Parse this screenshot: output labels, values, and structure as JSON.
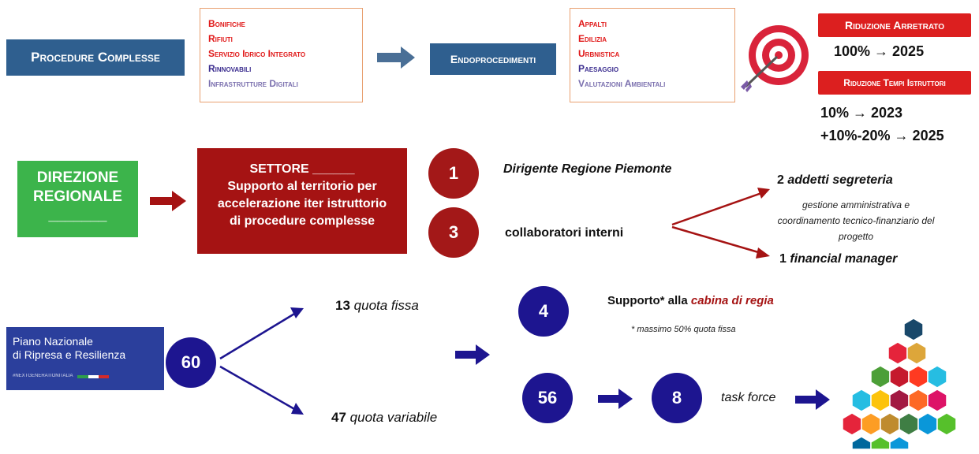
{
  "top": {
    "procedure_box": "Procedure Complesse",
    "list1": [
      {
        "text": "Bonifiche",
        "color": "#e01818"
      },
      {
        "text": "Rifiuti",
        "color": "#e01818"
      },
      {
        "text": "Servizio Idrico Integrato",
        "color": "#e01818"
      },
      {
        "text": "Rinnovabili",
        "color": "#3b2d8f"
      },
      {
        "text": "Infrastrutture Digitali",
        "color": "#7a6fae"
      }
    ],
    "endo_box": "Endoprocedimenti",
    "list2": [
      {
        "text": "Appalti",
        "color": "#e01818"
      },
      {
        "text": "Edilizia",
        "color": "#e01818"
      },
      {
        "text": "Urbnistica",
        "color": "#e01818"
      },
      {
        "text": "Paesaggio",
        "color": "#3b2d8f"
      },
      {
        "text": "Valutazioni Ambientali",
        "color": "#7a6fae"
      }
    ],
    "tag1": "Riduzione Arretrato",
    "tag1_value": "100% → 2025",
    "tag2": "Riduzione Tempi Istruttori",
    "tag2_value1": "10% → 2023",
    "tag2_value2": "+10%-20% → 2025"
  },
  "middle": {
    "direzione_line1": "DIREZIONE",
    "direzione_line2": "REGIONALE",
    "direzione_blank": "_______",
    "settore_title": "SETTORE ______",
    "settore_l1": "Supporto al territorio per",
    "settore_l2": "accelerazione iter istruttorio",
    "settore_l3": "di procedure complesse",
    "circle1": "1",
    "circle1_label": "Dirigente Regione Piemonte",
    "circle3": "3",
    "circle3_label": "collaboratori interni",
    "addetti_num": "2",
    "addetti_text": "addetti segreteria",
    "addetti_desc1": "gestione amministrativa e",
    "addetti_desc2": "coordinamento tecnico-finanziario del",
    "addetti_desc3": "progetto",
    "fm_num": "1",
    "fm_text": "financial manager"
  },
  "bottom": {
    "pnrr_l1": "Piano Nazionale",
    "pnrr_l2": "di Ripresa e Resilienza",
    "pnrr_tag": "#NEXTGENERATIONITALIA",
    "circle60": "60",
    "fissa_num": "13",
    "fissa_text": "quota fissa",
    "variabile_num": "47",
    "variabile_text": "quota variabile",
    "circle4": "4",
    "supporto_pre": "Supporto* alla",
    "supporto_red": "cabina di regia",
    "supporto_note": "* massimo 50% quota fissa",
    "circle56": "56",
    "circle8": "8",
    "taskforce": "task force"
  },
  "colors": {
    "blue_box": "#2f5f8f",
    "green_box": "#3cb44b",
    "dark_red": "#a51313",
    "bright_red": "#dc1f1f",
    "navy": "#1d1590",
    "accent_red_text": "#a51313"
  }
}
